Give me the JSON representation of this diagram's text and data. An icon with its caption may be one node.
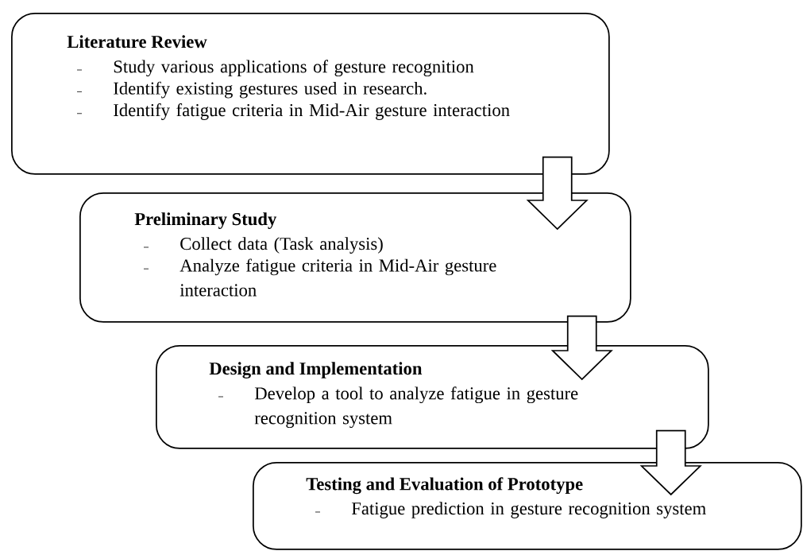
{
  "diagram": {
    "nodes": [
      {
        "text": [
          "Literature Review",
          "Study various applications of gesture recognition",
          "Identify existing gestures used in research.",
          "Identify fatigue criteria in Mid-Air gesture interaction"
        ]
      },
      {
        "text": [
          "Preliminary Study",
          "Collect data (Task analysis)",
          "Analyze fatigue criteria in Mid-Air gesture interaction"
        ]
      },
      {
        "text": [
          "Design and Implementation",
          "Develop a tool to analyze fatigue in gesture recognition system"
        ]
      },
      {
        "text": [
          "Testing and Evaluation of Prototype",
          "Fatigue prediction in gesture recognition system"
        ]
      }
    ],
    "edges": [
      {
        "from": 0,
        "to": 1,
        "arrow": "to"
      },
      {
        "from": 1,
        "to": 2,
        "arrow": "to"
      },
      {
        "from": 2,
        "to": 3,
        "arrow": "to"
      }
    ]
  }
}
